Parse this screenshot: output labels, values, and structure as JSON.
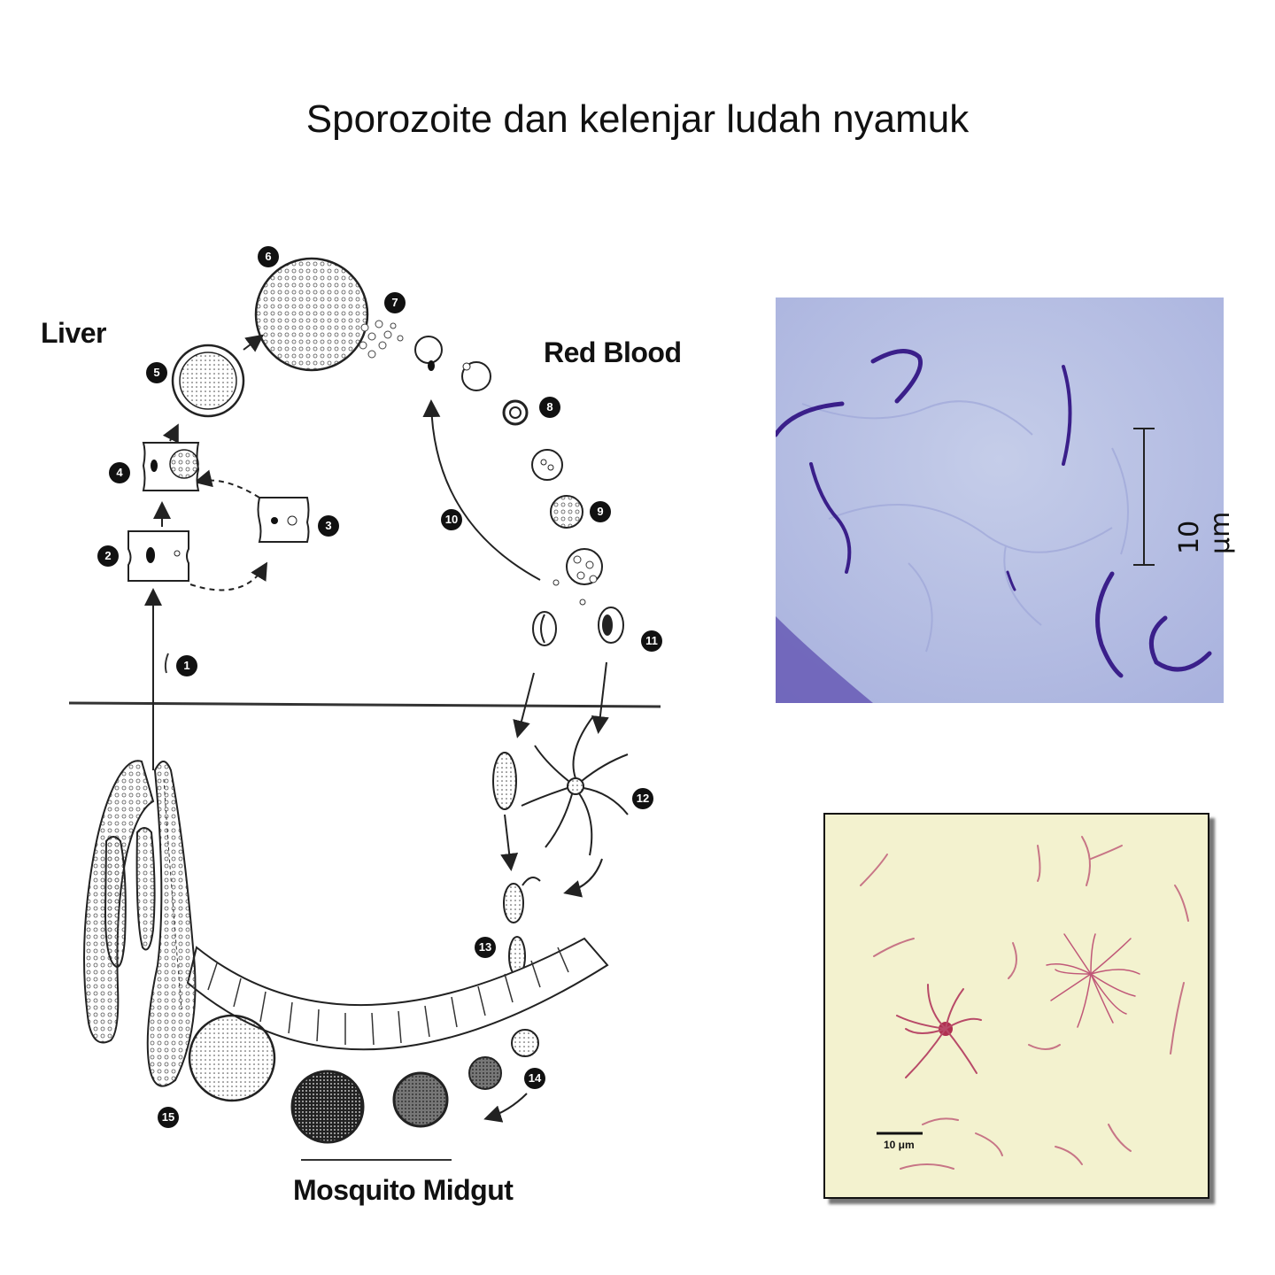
{
  "title": "Sporozoite dan kelenjar ludah nyamuk",
  "diagram": {
    "labels": {
      "liver": "Liver",
      "red_blood": "Red Blood",
      "mosquito_midgut": "Mosquito Midgut"
    },
    "stage_numbers": [
      "1",
      "2",
      "3",
      "4",
      "5",
      "6",
      "7",
      "8",
      "9",
      "10",
      "11",
      "12",
      "13",
      "14",
      "15"
    ]
  },
  "micrograph_top": {
    "scale_bar_label": "10 μm",
    "colors": {
      "background": "#b7c0e4",
      "stain": "#3a1f8a"
    }
  },
  "micrograph_bottom": {
    "scale_bar_label": "10 μm",
    "colors": {
      "background": "#f3f2cf",
      "stain": "#c0607a"
    }
  }
}
